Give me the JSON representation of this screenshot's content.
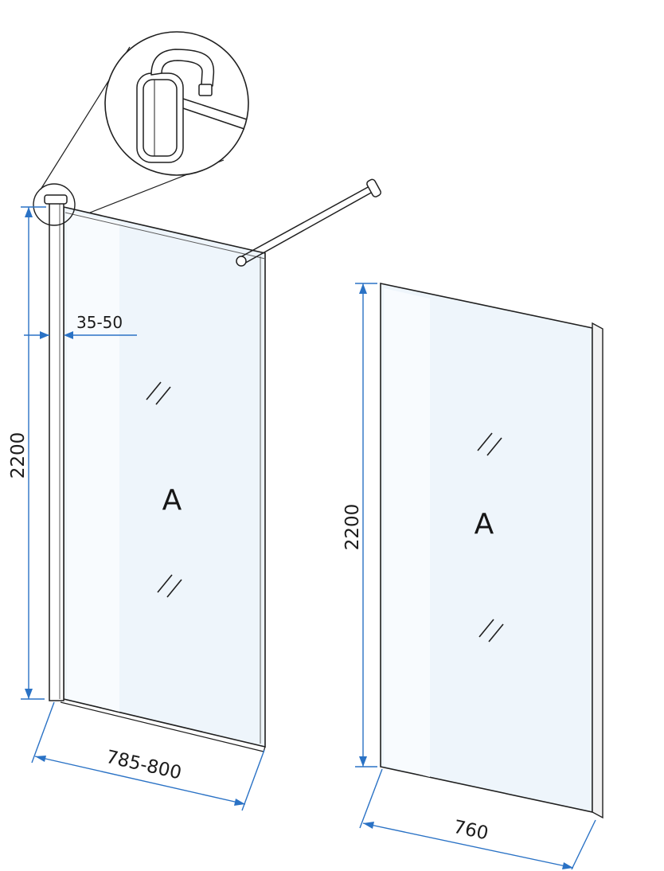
{
  "colors": {
    "line": "#1f1f1f",
    "dimension": "#2a72c5",
    "glass_fill": "#eef5fb",
    "glass_highlight": "#f8fbfe",
    "profile_fill": "#f2f2f2"
  },
  "front_view": {
    "glass_marker": "A",
    "dimensions": {
      "profile_depth": "35-50",
      "height": "2200",
      "width": "785-800"
    }
  },
  "side_view": {
    "glass_marker": "A",
    "dimensions": {
      "height": "2200",
      "width": "760"
    }
  }
}
